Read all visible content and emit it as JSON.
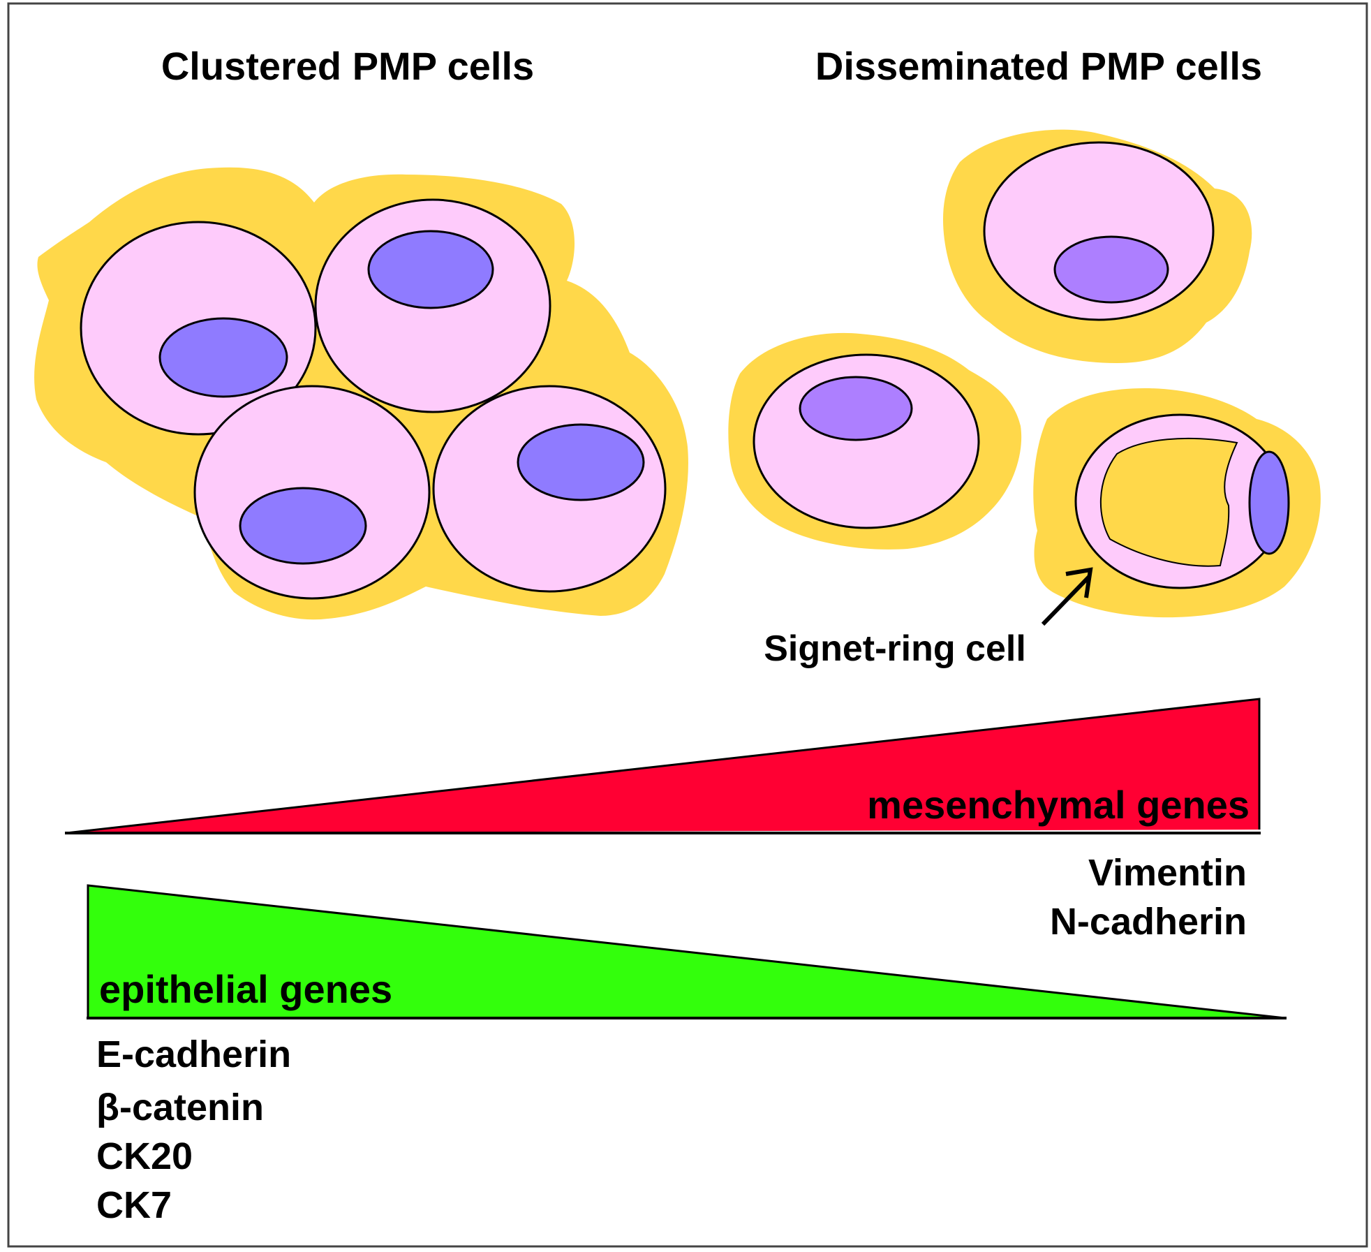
{
  "headings": {
    "clustered": "Clustered PMP cells",
    "disseminated": "Disseminated PMP cells"
  },
  "callout": {
    "signet_ring": "Signet-ring cell"
  },
  "mesenchymal": {
    "title": "mesenchymal genes",
    "genes": [
      "Vimentin",
      "N-cadherin"
    ]
  },
  "epithelial": {
    "title": "epithelial genes",
    "genes": [
      "E-cadherin",
      "β-catenin",
      "CK20",
      "CK7"
    ]
  },
  "colors": {
    "mucus": "#FFD84A",
    "cytoplasm": "#FECBFB",
    "nucleus_clustered": "#8F7BFF",
    "nucleus_disseminated": "#AD7FFF",
    "mesenchymal_wedge": "#FF0033",
    "epithelial_wedge": "#33FF0C",
    "outline": "#000000",
    "frame": "#444444"
  }
}
